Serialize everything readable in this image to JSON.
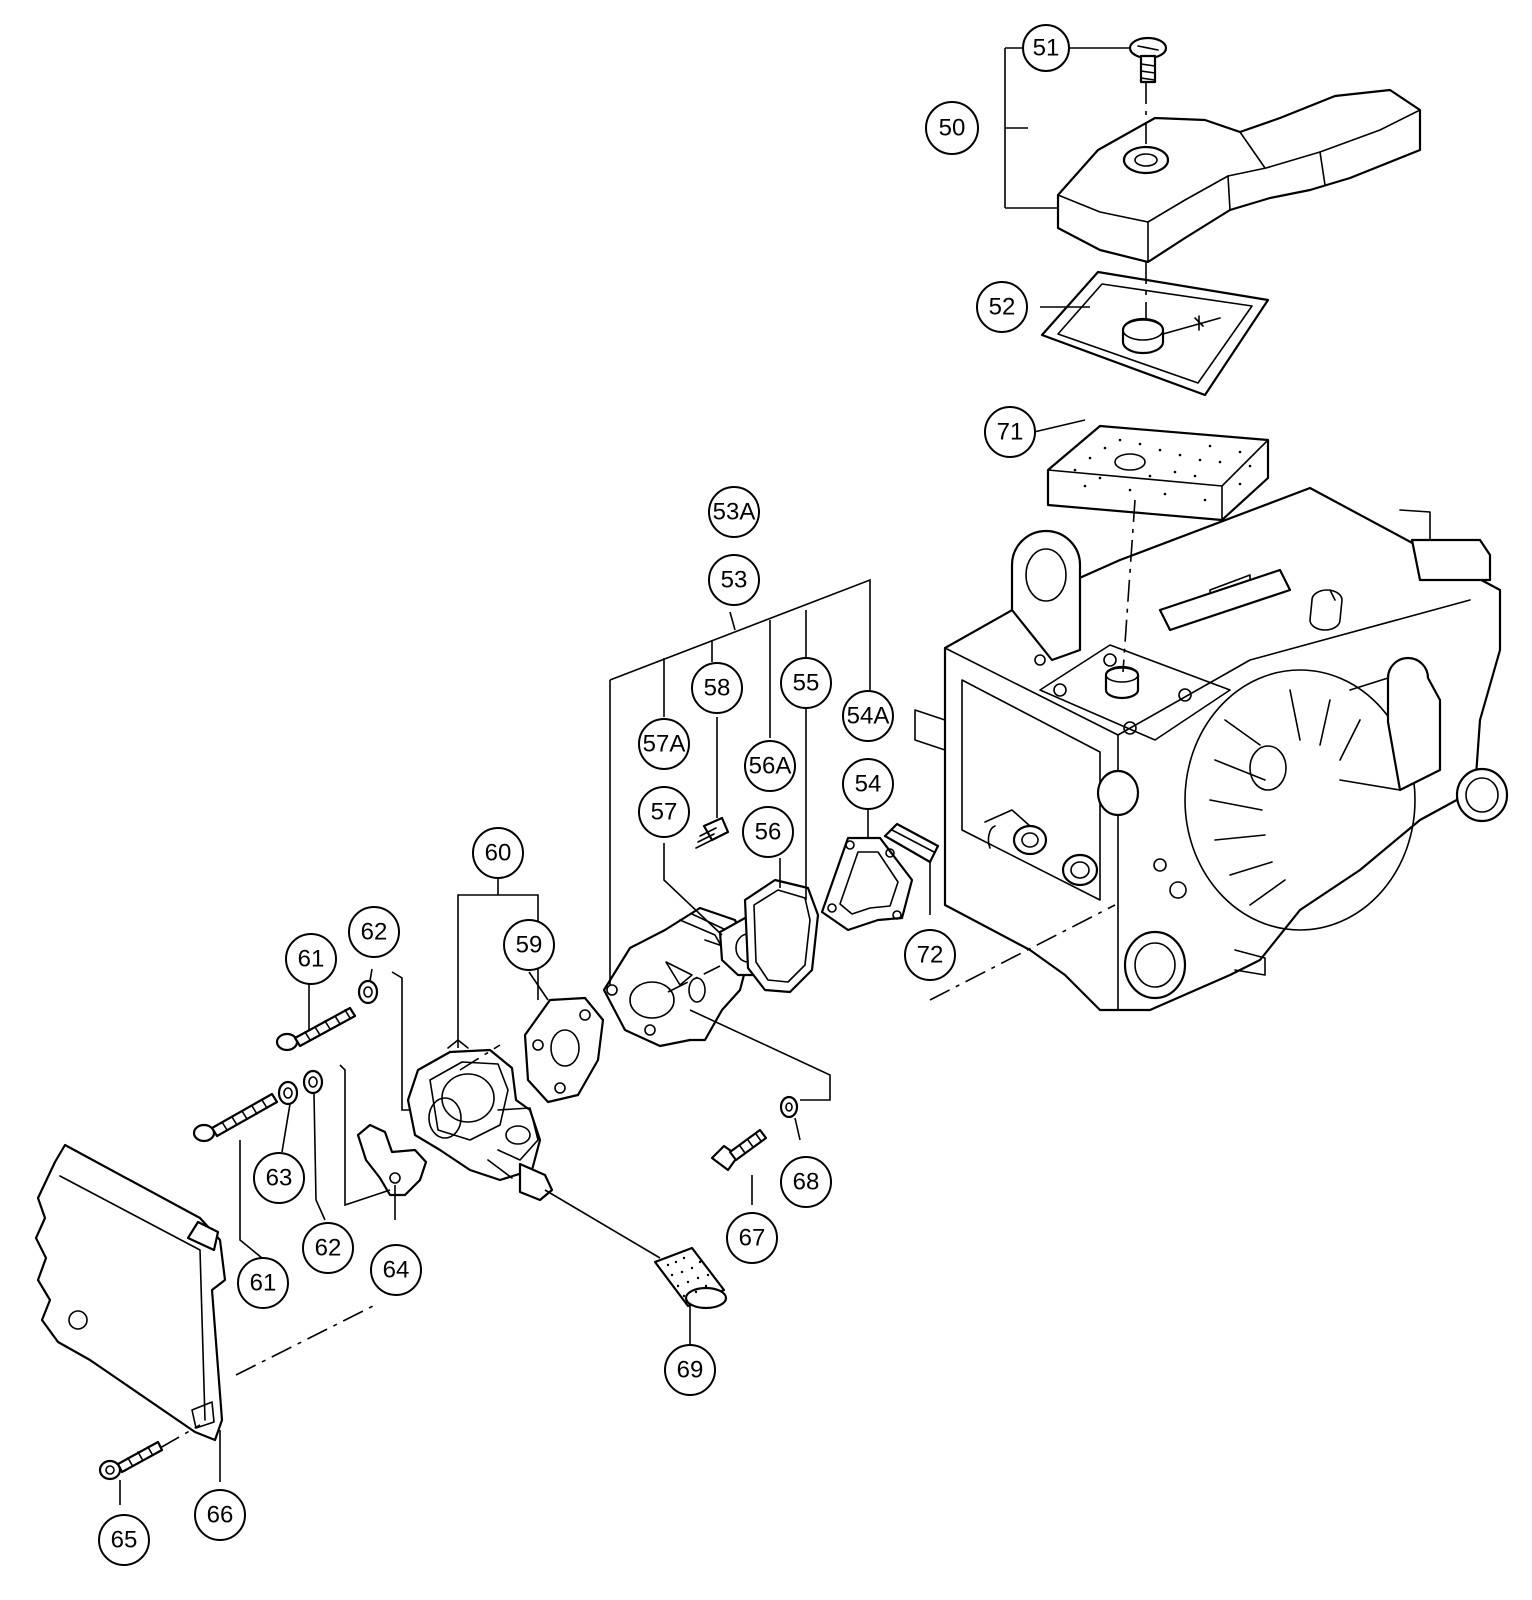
{
  "callouts": {
    "c50": "50",
    "c51": "51",
    "c52": "52",
    "c53": "53",
    "c53a": "53A",
    "c54": "54",
    "c54a": "54A",
    "c55": "55",
    "c56": "56",
    "c56a": "56A",
    "c57": "57",
    "c57a": "57A",
    "c58": "58",
    "c59": "59",
    "c60": "60",
    "c61a": "61",
    "c61b": "61",
    "c62a": "62",
    "c62b": "62",
    "c63": "63",
    "c64": "64",
    "c65": "65",
    "c66": "66",
    "c67": "67",
    "c68": "68",
    "c69": "69",
    "c71": "71",
    "c72": "72"
  }
}
